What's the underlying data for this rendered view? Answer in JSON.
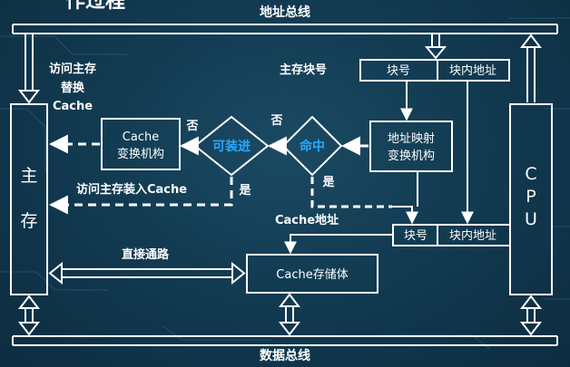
{
  "heading_fragment": "作过程",
  "buses": {
    "address": "地址总线",
    "data": "数据总线"
  },
  "main_memory": {
    "char1": "主",
    "char2": "存"
  },
  "cpu": {
    "c1": "C",
    "c2": "P",
    "c3": "U"
  },
  "top_address": {
    "block_no": "块号",
    "offset": "块内地址"
  },
  "cache_address": {
    "block_no": "块号",
    "offset": "块内地址"
  },
  "labels": {
    "main_block_no": "主存块号",
    "access_replace_1": "访问主存",
    "access_replace_2": "替换",
    "access_replace_3": "Cache",
    "access_load": "访问主存装入Cache",
    "direct_path": "直接通路",
    "cache_address": "Cache地址",
    "no_1": "否",
    "no_2": "否",
    "yes_1": "是",
    "yes_2": "是"
  },
  "mapping_unit": {
    "line1": "地址映射",
    "line2": "变换机构"
  },
  "cache_replace_unit": {
    "line1": "Cache",
    "line2": "变换机构"
  },
  "decisions": {
    "hit": "命中",
    "loadable": "可装进"
  },
  "cache_storage": "Cache存储体"
}
